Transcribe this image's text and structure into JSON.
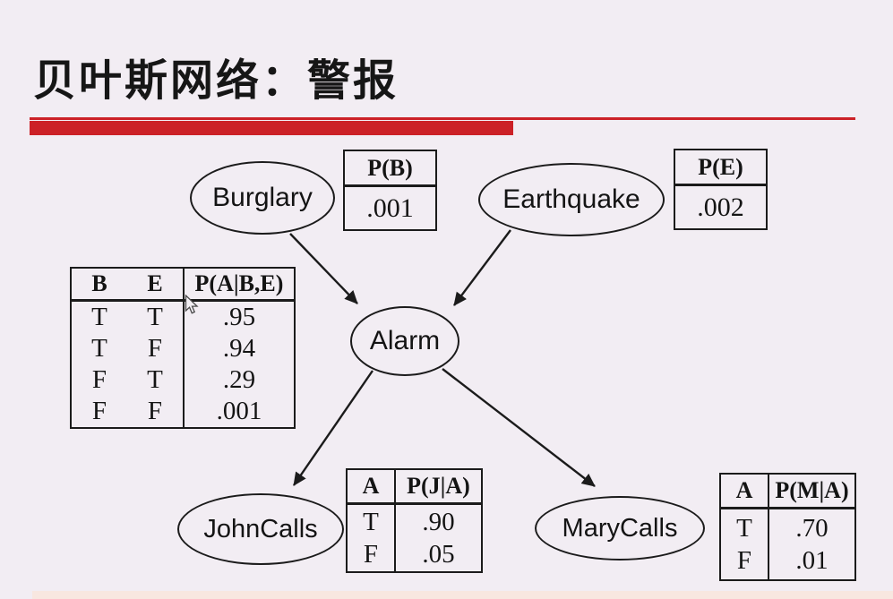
{
  "slide": {
    "title": "贝叶斯网络：警报",
    "colors": {
      "background": "#f2edf3",
      "accent": "#cc2127",
      "footer_strip": "#f8e7e0",
      "ink": "#1b1b1b"
    }
  },
  "network": {
    "nodes": {
      "burglary": {
        "label": "Burglary"
      },
      "earthquake": {
        "label": "Earthquake"
      },
      "alarm": {
        "label": "Alarm"
      },
      "johncalls": {
        "label": "JohnCalls"
      },
      "marycalls": {
        "label": "MaryCalls"
      }
    },
    "edges": [
      {
        "from": "Burglary",
        "to": "Alarm"
      },
      {
        "from": "Earthquake",
        "to": "Alarm"
      },
      {
        "from": "Alarm",
        "to": "JohnCalls"
      },
      {
        "from": "Alarm",
        "to": "MaryCalls"
      }
    ]
  },
  "tables": {
    "pb": {
      "header": "P(B)",
      "value": ".001"
    },
    "pe": {
      "header": "P(E)",
      "value": ".002"
    },
    "pabe": {
      "col_b": "B",
      "col_e": "E",
      "header": "P(A|B,E)",
      "rows": [
        [
          "T",
          "T",
          ".95"
        ],
        [
          "T",
          "F",
          ".94"
        ],
        [
          "F",
          "T",
          ".29"
        ],
        [
          "F",
          "F",
          ".001"
        ]
      ]
    },
    "pja": {
      "col_a": "A",
      "header": "P(J|A)",
      "rows": [
        [
          "T",
          ".90"
        ],
        [
          "F",
          ".05"
        ]
      ]
    },
    "pma": {
      "col_a": "A",
      "header": "P(M|A)",
      "rows": [
        [
          "T",
          ".70"
        ],
        [
          "F",
          ".01"
        ]
      ]
    }
  },
  "cursor": {
    "type": "arrow-pointer"
  }
}
